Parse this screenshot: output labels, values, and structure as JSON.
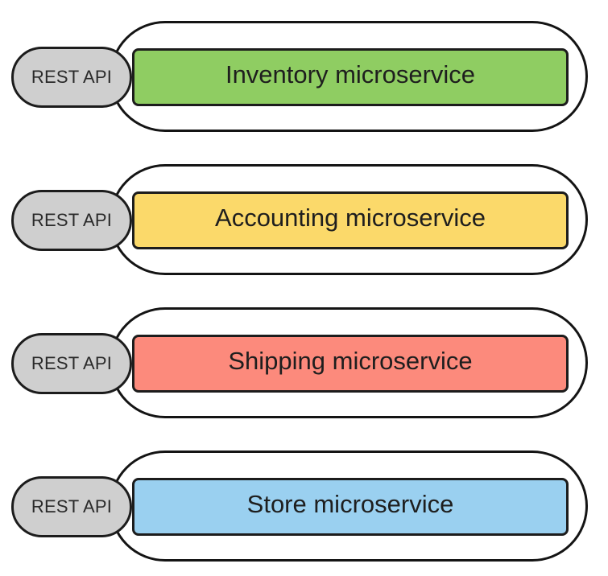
{
  "services": [
    {
      "api_label": "REST API",
      "name": "Inventory microservice",
      "color": "#8fcd62"
    },
    {
      "api_label": "REST API",
      "name": "Accounting microservice",
      "color": "#fbd96a"
    },
    {
      "api_label": "REST API",
      "name": "Shipping microservice",
      "color": "#fc8a7c"
    },
    {
      "api_label": "REST API",
      "name": "Store microservice",
      "color": "#9ad0f0"
    }
  ]
}
